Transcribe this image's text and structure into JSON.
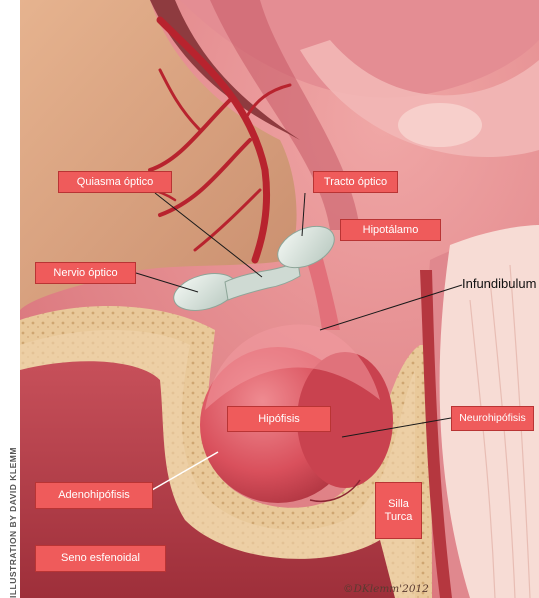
{
  "labels": {
    "quiasma_optico": "Quiasma óptico",
    "tracto_optico": "Tracto óptico",
    "hipotalamo": "Hipotálamo",
    "nervio_optico": "Nervio óptico",
    "infundibulum": "Infundibulum",
    "hipofisis": "Hipófisis",
    "neurohipofisis": "Neurohipófisis",
    "adenohipofisis": "Adenohipófisis",
    "silla_turca": "Silla\nTurca",
    "seno_esfenoidal": "Seno esfenoidal"
  },
  "credits": {
    "illustrator": "ILLUSTRATION BY DAVID KLEMM",
    "signature": "©DKlemm'2012"
  },
  "colors": {
    "label_fill": "#ef5b5b",
    "label_border": "#b93434",
    "label_text": "#ffffff"
  }
}
